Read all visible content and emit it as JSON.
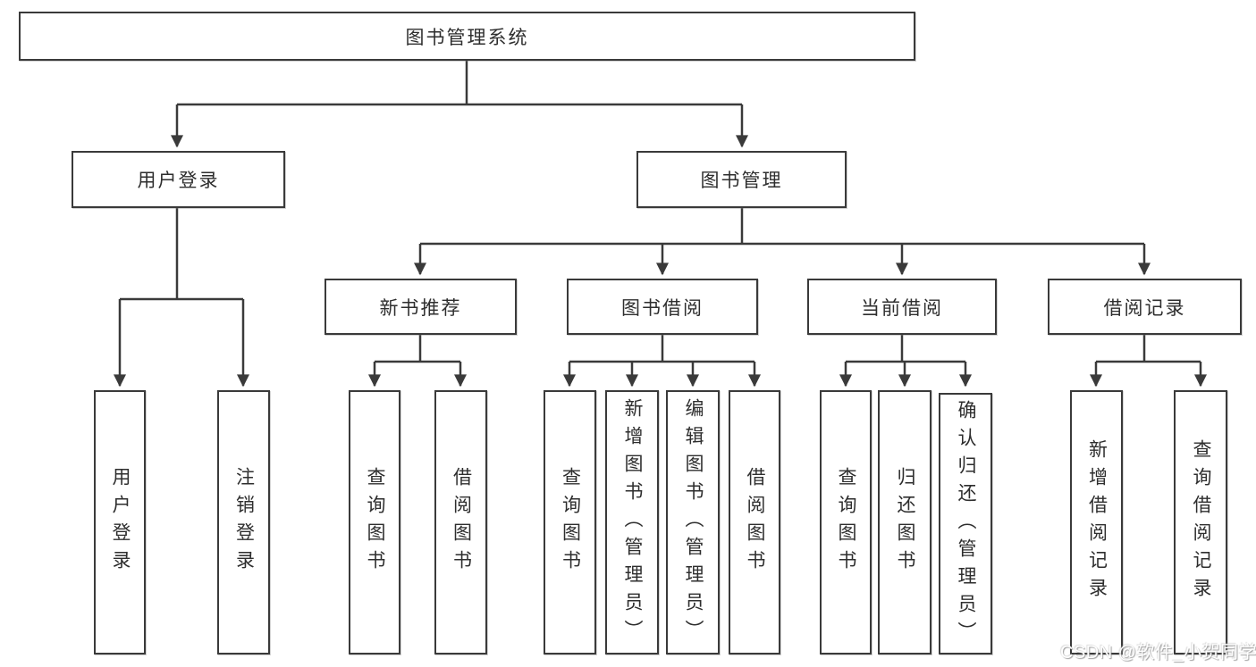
{
  "title": "图书管理系统",
  "level2": [
    {
      "label": "用户登录"
    },
    {
      "label": "图书管理"
    }
  ],
  "level3": [
    {
      "label": "新书推荐"
    },
    {
      "label": "图书借阅"
    },
    {
      "label": "当前借阅"
    },
    {
      "label": "借阅记录"
    }
  ],
  "leaves": {
    "login": [
      "用户登录",
      "注销登录"
    ],
    "newbook": [
      "查询图书",
      "借阅图书"
    ],
    "borrow": [
      "查询图书",
      "新增图书（管理员）",
      "编辑图书（管理员）",
      "借阅图书"
    ],
    "current": [
      "查询图书",
      "归还图书",
      "确认归还（管理员）"
    ],
    "records": [
      "新增借阅记录",
      "查询借阅记录"
    ]
  },
  "watermark": "CSDN @软件_小贺同学",
  "colors": {
    "line": "#3a3a3a",
    "box_border": "#3a3a3a",
    "text": "#2e2e2e",
    "watermark_text": "#fefefe",
    "background": "#ffffff"
  }
}
